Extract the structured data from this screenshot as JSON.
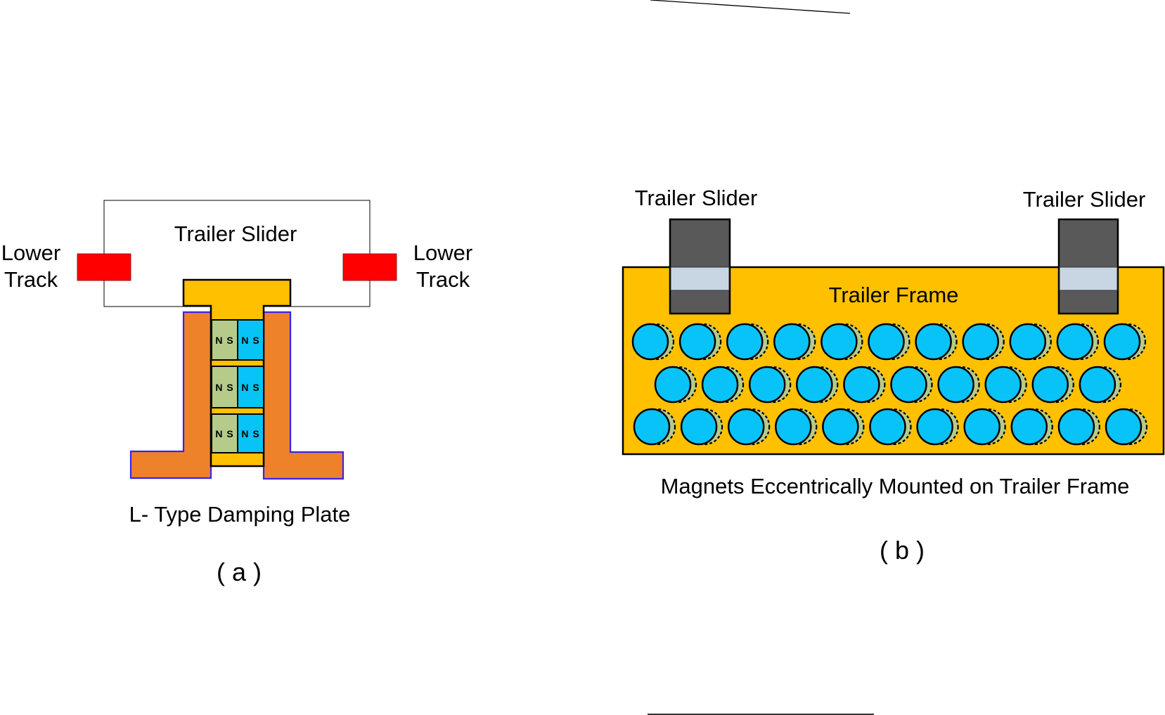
{
  "colors": {
    "track_red": "#ff0000",
    "frame_yellow": "#ffc000",
    "plate_orange": "#ee822a",
    "plate_outline_blue": "#3a22ee",
    "magnet_green": "#b6cb8a",
    "magnet_blue": "#08c3f7",
    "slider_dark": "#595959",
    "slider_band": "#c8d6e4",
    "outline": "#000000"
  },
  "panel_a": {
    "slider_label": "Trailer Slider",
    "lower_track_left": [
      "Lower",
      "Track"
    ],
    "lower_track_right": [
      "Lower",
      "Track"
    ],
    "magnet_rows": [
      {
        "left": "N S",
        "right": "N S"
      },
      {
        "left": "N S",
        "right": "N S"
      },
      {
        "left": "N S",
        "right": "N S"
      }
    ],
    "caption": "L- Type Damping Plate",
    "panel_label": "( a )"
  },
  "panel_b": {
    "slider_left_label": "Trailer Slider",
    "slider_right_label": "Trailer Slider",
    "frame_label": "Trailer Frame",
    "magnet_rows": [
      11,
      10,
      11
    ],
    "caption": "Magnets Eccentrically Mounted on Trailer Frame",
    "panel_label": "( b )"
  }
}
